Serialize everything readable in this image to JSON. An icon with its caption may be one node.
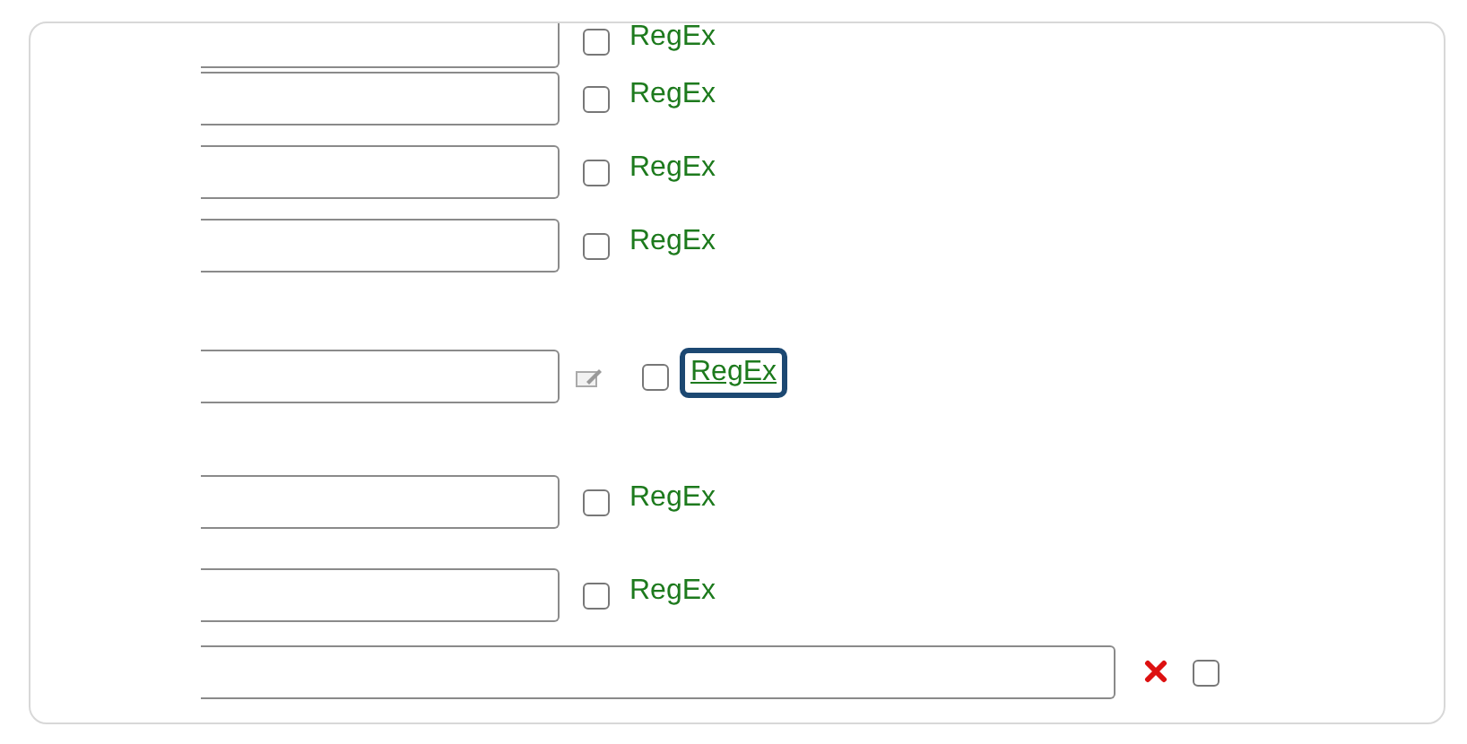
{
  "diagram": {
    "labels": [
      "RegEx",
      "RegEx",
      "RegEx",
      "RegEx",
      "RegEx",
      "RegEx",
      "RegEx"
    ]
  }
}
